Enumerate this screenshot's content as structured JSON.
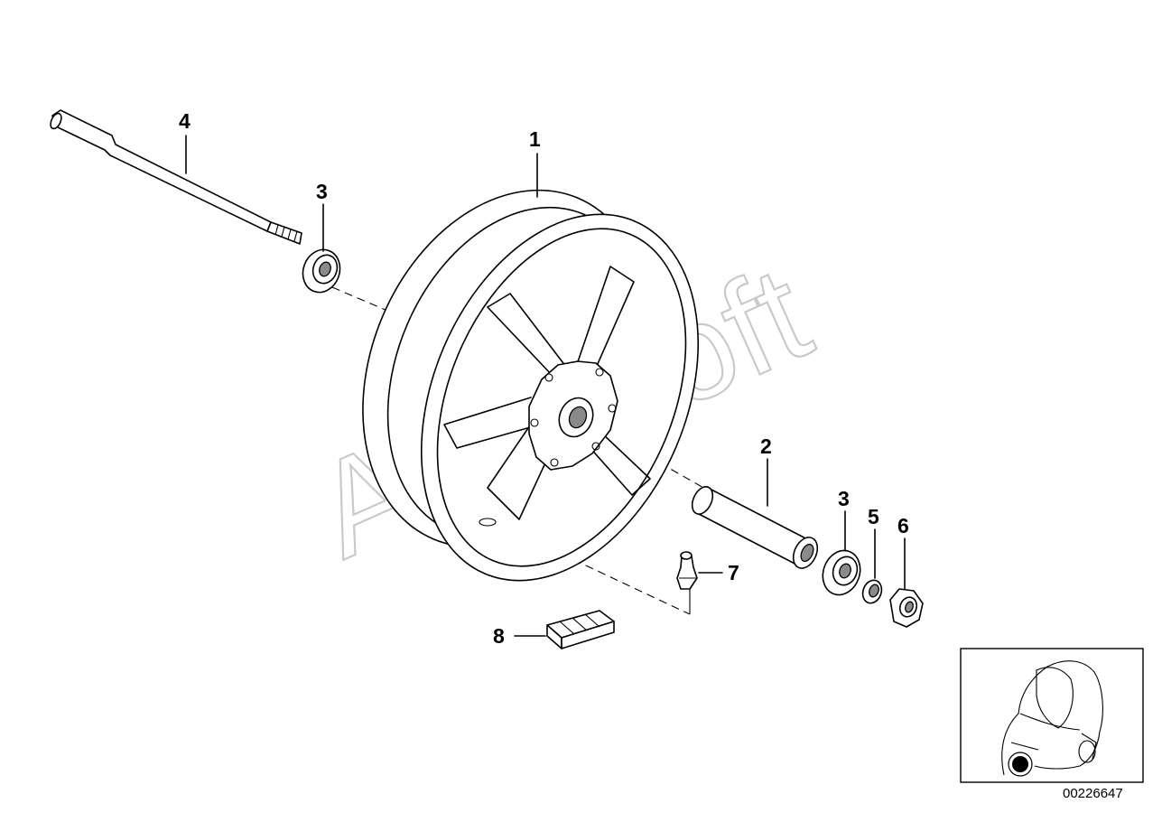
{
  "watermark": "AutoSoft",
  "document_number": "00226647",
  "callouts": {
    "front_wheel": "1",
    "spacer_sleeve": "2",
    "bearing_left": "3",
    "bearing_right": "3",
    "axle": "4",
    "washer": "5",
    "nut": "6",
    "valve": "7",
    "balance_weight": "8"
  },
  "inset": {
    "highlight": "front wheel location"
  }
}
